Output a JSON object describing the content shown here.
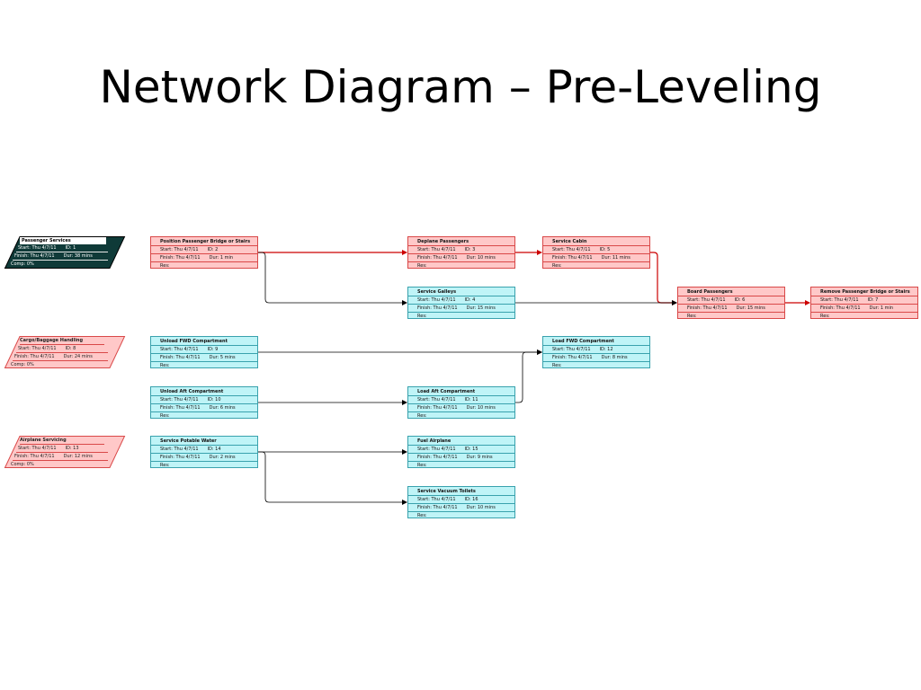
{
  "title": "Network Diagram – Pre-Leveling",
  "labels": {
    "start": "Start:",
    "finish": "Finish:",
    "id": "ID:",
    "dur": "Dur:",
    "res": "Res:",
    "comp": "Comp:"
  },
  "colors": {
    "critical_fill": "#ffc8c8",
    "critical_border": "#d94848",
    "normal_fill": "#bff4f7",
    "normal_border": "#39a2ad",
    "summary_dark": "#0f3a38",
    "critical_link": "#cc0000",
    "normal_link": "#000000"
  },
  "summaries": [
    {
      "name": "Passenger Services",
      "start": "Thu 4/7/11",
      "id": "1",
      "finish": "Thu 4/7/11",
      "dur": "38 mins",
      "comp": "0%",
      "style": "dark"
    },
    {
      "name": "Cargo/Baggage Handling",
      "start": "Thu 4/7/11",
      "id": "8",
      "finish": "Thu 4/7/11",
      "dur": "24 mins",
      "comp": "0%",
      "style": "pink"
    },
    {
      "name": "Airplane Servicing",
      "start": "Thu 4/7/11",
      "id": "13",
      "finish": "Thu 4/7/11",
      "dur": "12 mins",
      "comp": "0%",
      "style": "pink"
    }
  ],
  "tasks": [
    {
      "name": "Position Passenger Bridge or Stairs",
      "start": "Thu 4/7/11",
      "id": "2",
      "finish": "Thu 4/7/11",
      "dur": "1 min",
      "critical": true
    },
    {
      "name": "Deplane Passengers",
      "start": "Thu 4/7/11",
      "id": "3",
      "finish": "Thu 4/7/11",
      "dur": "10 mins",
      "critical": true
    },
    {
      "name": "Service Galleys",
      "start": "Thu 4/7/11",
      "id": "4",
      "finish": "Thu 4/7/11",
      "dur": "15 mins",
      "critical": false
    },
    {
      "name": "Service Cabin",
      "start": "Thu 4/7/11",
      "id": "5",
      "finish": "Thu 4/7/11",
      "dur": "11 mins",
      "critical": true
    },
    {
      "name": "Board Passengers",
      "start": "Thu 4/7/11",
      "id": "6",
      "finish": "Thu 4/7/11",
      "dur": "15 mins",
      "critical": true
    },
    {
      "name": "Remove Passenger Bridge or Stairs",
      "start": "Thu 4/7/11",
      "id": "7",
      "finish": "Thu 4/7/11",
      "dur": "1 min",
      "critical": true
    },
    {
      "name": "Unload FWD Compartment",
      "start": "Thu 4/7/11",
      "id": "9",
      "finish": "Thu 4/7/11",
      "dur": "5 mins",
      "critical": false
    },
    {
      "name": "Unload Aft Compartment",
      "start": "Thu 4/7/11",
      "id": "10",
      "finish": "Thu 4/7/11",
      "dur": "6 mins",
      "critical": false
    },
    {
      "name": "Load Aft Compartment",
      "start": "Thu 4/7/11",
      "id": "11",
      "finish": "Thu 4/7/11",
      "dur": "10 mins",
      "critical": false
    },
    {
      "name": "Load FWD Compartment",
      "start": "Thu 4/7/11",
      "id": "12",
      "finish": "Thu 4/7/11",
      "dur": "8 mins",
      "critical": false
    },
    {
      "name": "Service Potable Water",
      "start": "Thu 4/7/11",
      "id": "14",
      "finish": "Thu 4/7/11",
      "dur": "2 mins",
      "critical": false
    },
    {
      "name": "Fuel Airplane",
      "start": "Thu 4/7/11",
      "id": "15",
      "finish": "Thu 4/7/11",
      "dur": "9 mins",
      "critical": false
    },
    {
      "name": "Service Vacuum Toilets",
      "start": "Thu 4/7/11",
      "id": "16",
      "finish": "Thu 4/7/11",
      "dur": "10 mins",
      "critical": false
    }
  ],
  "links": [
    {
      "from": "2",
      "to": "3",
      "critical": true
    },
    {
      "from": "2",
      "to": "4",
      "critical": false
    },
    {
      "from": "3",
      "to": "5",
      "critical": true
    },
    {
      "from": "5",
      "to": "6",
      "critical": true
    },
    {
      "from": "4",
      "to": "6",
      "critical": false
    },
    {
      "from": "6",
      "to": "7",
      "critical": true
    },
    {
      "from": "9",
      "to": "12",
      "critical": false
    },
    {
      "from": "10",
      "to": "11",
      "critical": false
    },
    {
      "from": "11",
      "to": "12",
      "critical": false
    },
    {
      "from": "14",
      "to": "15",
      "critical": false
    },
    {
      "from": "14",
      "to": "16",
      "critical": false
    }
  ]
}
